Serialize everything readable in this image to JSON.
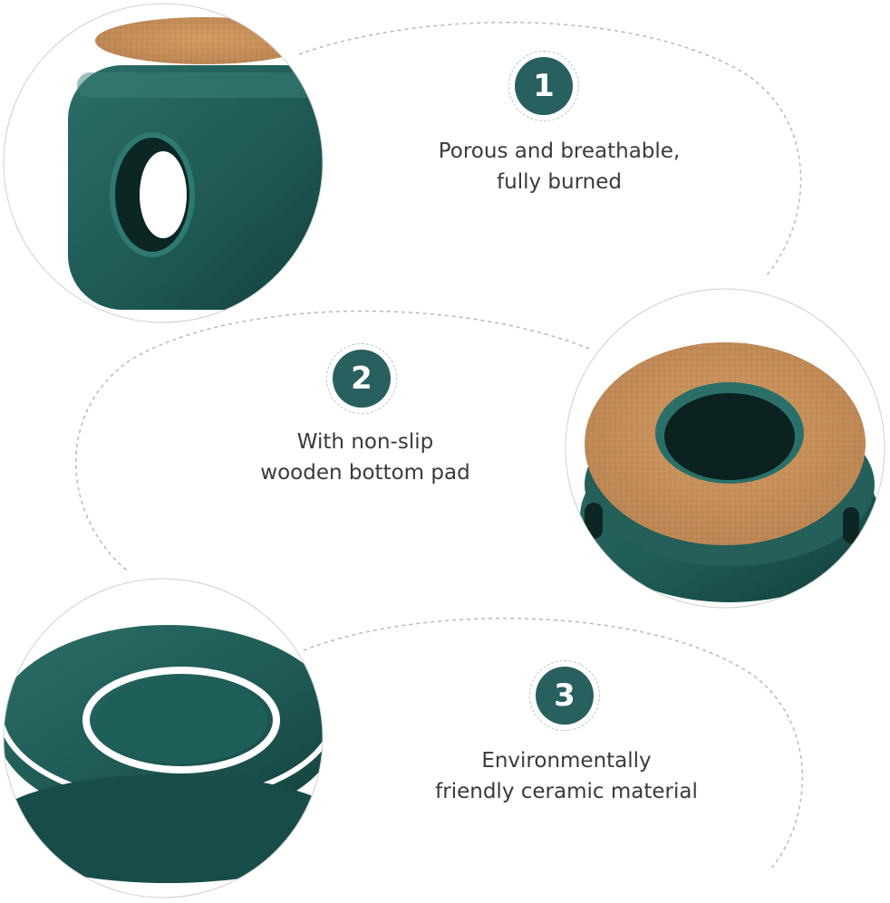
{
  "features": [
    {
      "number": "1",
      "line1": "Porous and breathable,",
      "line2": "fully burned"
    },
    {
      "number": "2",
      "line1": "With non-slip",
      "line2": "wooden bottom pad"
    },
    {
      "number": "3",
      "line1": "Environmentally",
      "line2": "friendly ceramic material"
    }
  ],
  "colors": {
    "badge": "#285f5f",
    "ceramic": "#1e5a55",
    "cork": "#c8915a",
    "text": "#3a3a3a"
  }
}
